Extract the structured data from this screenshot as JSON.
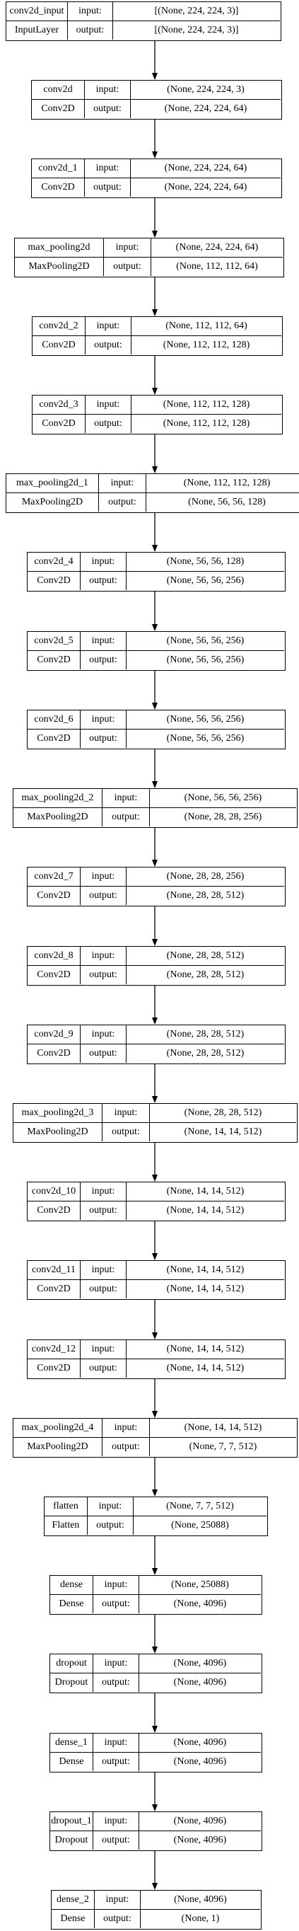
{
  "nodes": [
    {
      "name": "conv2d_input",
      "type": "InputLayer",
      "input": "[(None, 224, 224, 3)]",
      "output": "[(None, 224, 224, 3)]"
    },
    {
      "name": "conv2d",
      "type": "Conv2D",
      "input": "(None, 224, 224, 3)",
      "output": "(None, 224, 224, 64)"
    },
    {
      "name": "conv2d_1",
      "type": "Conv2D",
      "input": "(None, 224, 224, 64)",
      "output": "(None, 224, 224, 64)"
    },
    {
      "name": "max_pooling2d",
      "type": "MaxPooling2D",
      "input": "(None, 224, 224, 64)",
      "output": "(None, 112, 112, 64)"
    },
    {
      "name": "conv2d_2",
      "type": "Conv2D",
      "input": "(None, 112, 112, 64)",
      "output": "(None, 112, 112, 128)"
    },
    {
      "name": "conv2d_3",
      "type": "Conv2D",
      "input": "(None, 112, 112, 128)",
      "output": "(None, 112, 112, 128)"
    },
    {
      "name": "max_pooling2d_1",
      "type": "MaxPooling2D",
      "input": "(None, 112, 112, 128)",
      "output": "(None, 56, 56, 128)"
    },
    {
      "name": "conv2d_4",
      "type": "Conv2D",
      "input": "(None, 56, 56, 128)",
      "output": "(None, 56, 56, 256)"
    },
    {
      "name": "conv2d_5",
      "type": "Conv2D",
      "input": "(None, 56, 56, 256)",
      "output": "(None, 56, 56, 256)"
    },
    {
      "name": "conv2d_6",
      "type": "Conv2D",
      "input": "(None, 56, 56, 256)",
      "output": "(None, 56, 56, 256)"
    },
    {
      "name": "max_pooling2d_2",
      "type": "MaxPooling2D",
      "input": "(None, 56, 56, 256)",
      "output": "(None, 28, 28, 256)"
    },
    {
      "name": "conv2d_7",
      "type": "Conv2D",
      "input": "(None, 28, 28, 256)",
      "output": "(None, 28, 28, 512)"
    },
    {
      "name": "conv2d_8",
      "type": "Conv2D",
      "input": "(None, 28, 28, 512)",
      "output": "(None, 28, 28, 512)"
    },
    {
      "name": "conv2d_9",
      "type": "Conv2D",
      "input": "(None, 28, 28, 512)",
      "output": "(None, 28, 28, 512)"
    },
    {
      "name": "max_pooling2d_3",
      "type": "MaxPooling2D",
      "input": "(None, 28, 28, 512)",
      "output": "(None, 14, 14, 512)"
    },
    {
      "name": "conv2d_10",
      "type": "Conv2D",
      "input": "(None, 14, 14, 512)",
      "output": "(None, 14, 14, 512)"
    },
    {
      "name": "conv2d_11",
      "type": "Conv2D",
      "input": "(None, 14, 14, 512)",
      "output": "(None, 14, 14, 512)"
    },
    {
      "name": "conv2d_12",
      "type": "Conv2D",
      "input": "(None, 14, 14, 512)",
      "output": "(None, 14, 14, 512)"
    },
    {
      "name": "max_pooling2d_4",
      "type": "MaxPooling2D",
      "input": "(None, 14, 14, 512)",
      "output": "(None, 7, 7, 512)"
    },
    {
      "name": "flatten",
      "type": "Flatten",
      "input": "(None, 7, 7, 512)",
      "output": "(None, 25088)"
    },
    {
      "name": "dense",
      "type": "Dense",
      "input": "(None, 25088)",
      "output": "(None, 4096)"
    },
    {
      "name": "dropout",
      "type": "Dropout",
      "input": "(None, 4096)",
      "output": "(None, 4096)"
    },
    {
      "name": "dense_1",
      "type": "Dense",
      "input": "(None, 4096)",
      "output": "(None, 4096)"
    },
    {
      "name": "dropout_1",
      "type": "Dropout",
      "input": "(None, 4096)",
      "output": "(None, 4096)"
    },
    {
      "name": "dense_2",
      "type": "Dense",
      "input": "(None, 4096)",
      "output": "(None, 1)"
    }
  ],
  "labels": {
    "input": "input:",
    "output": "output:"
  }
}
